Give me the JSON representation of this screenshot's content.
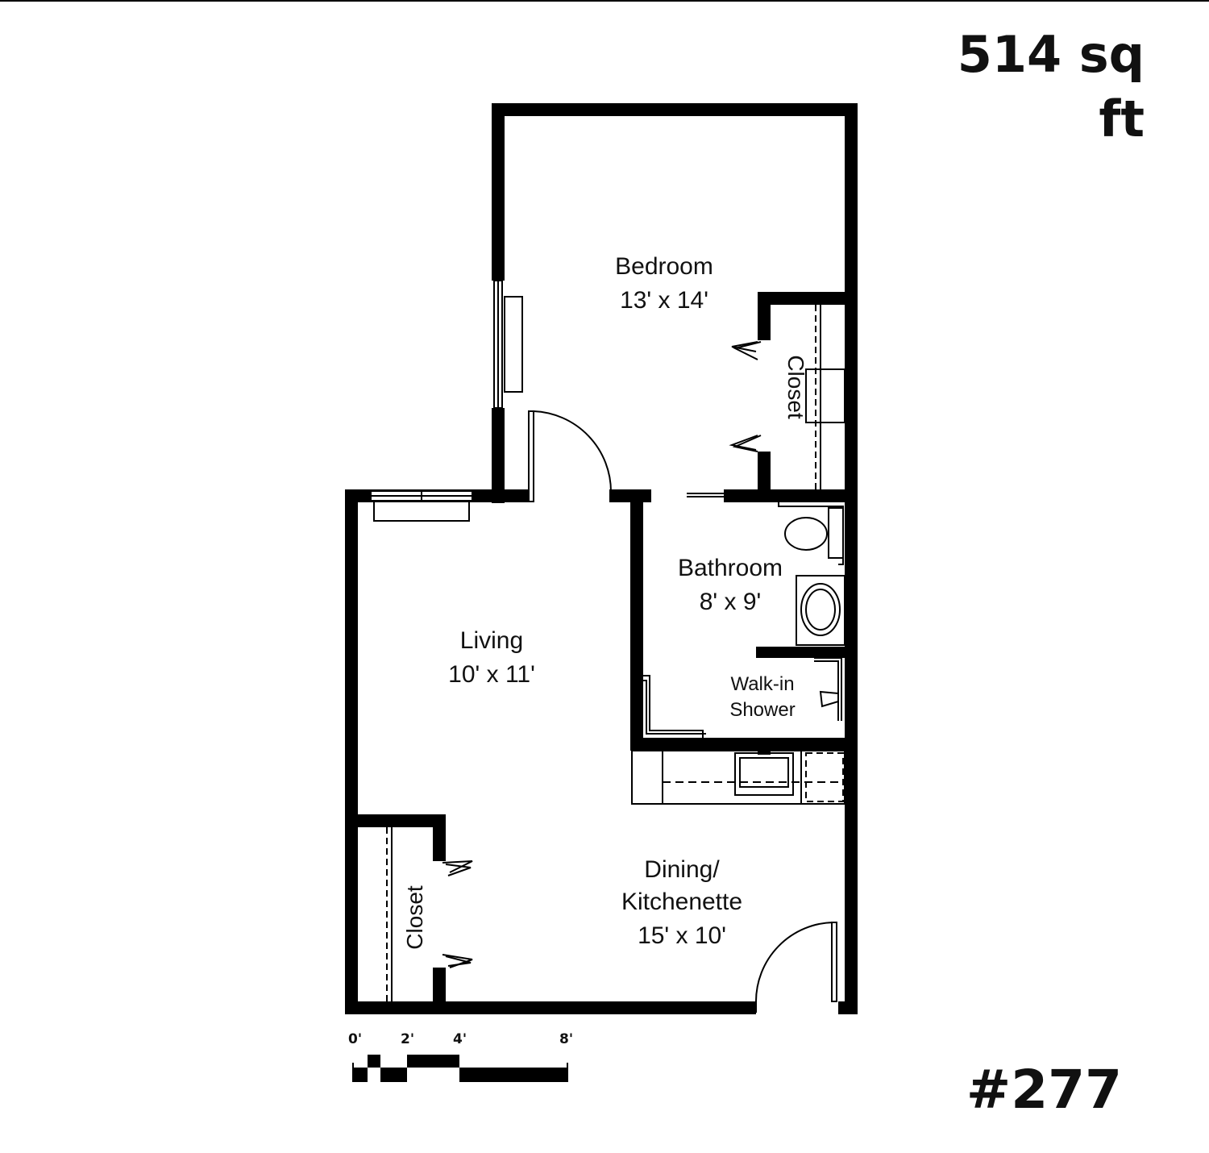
{
  "header": {
    "area": "514 sq ft"
  },
  "footer": {
    "unit_number": "#277"
  },
  "rooms": {
    "bedroom": {
      "name": "Bedroom",
      "size": "13' x 14'"
    },
    "bedroom_closet": {
      "name": "Closet"
    },
    "bathroom": {
      "name": "Bathroom",
      "size": "8' x 9'"
    },
    "shower": {
      "line1": "Walk-in",
      "line2": "Shower"
    },
    "living": {
      "name": "Living",
      "size": "10' x 11'"
    },
    "living_closet": {
      "name": "Closet"
    },
    "dining": {
      "line1": "Dining/",
      "line2": "Kitchenette",
      "size": "15' x 10'"
    }
  },
  "scale": {
    "labels": [
      "0'",
      "2'",
      "4'",
      "8'"
    ]
  },
  "colors": {
    "wall": "#000000",
    "background": "#ffffff"
  }
}
